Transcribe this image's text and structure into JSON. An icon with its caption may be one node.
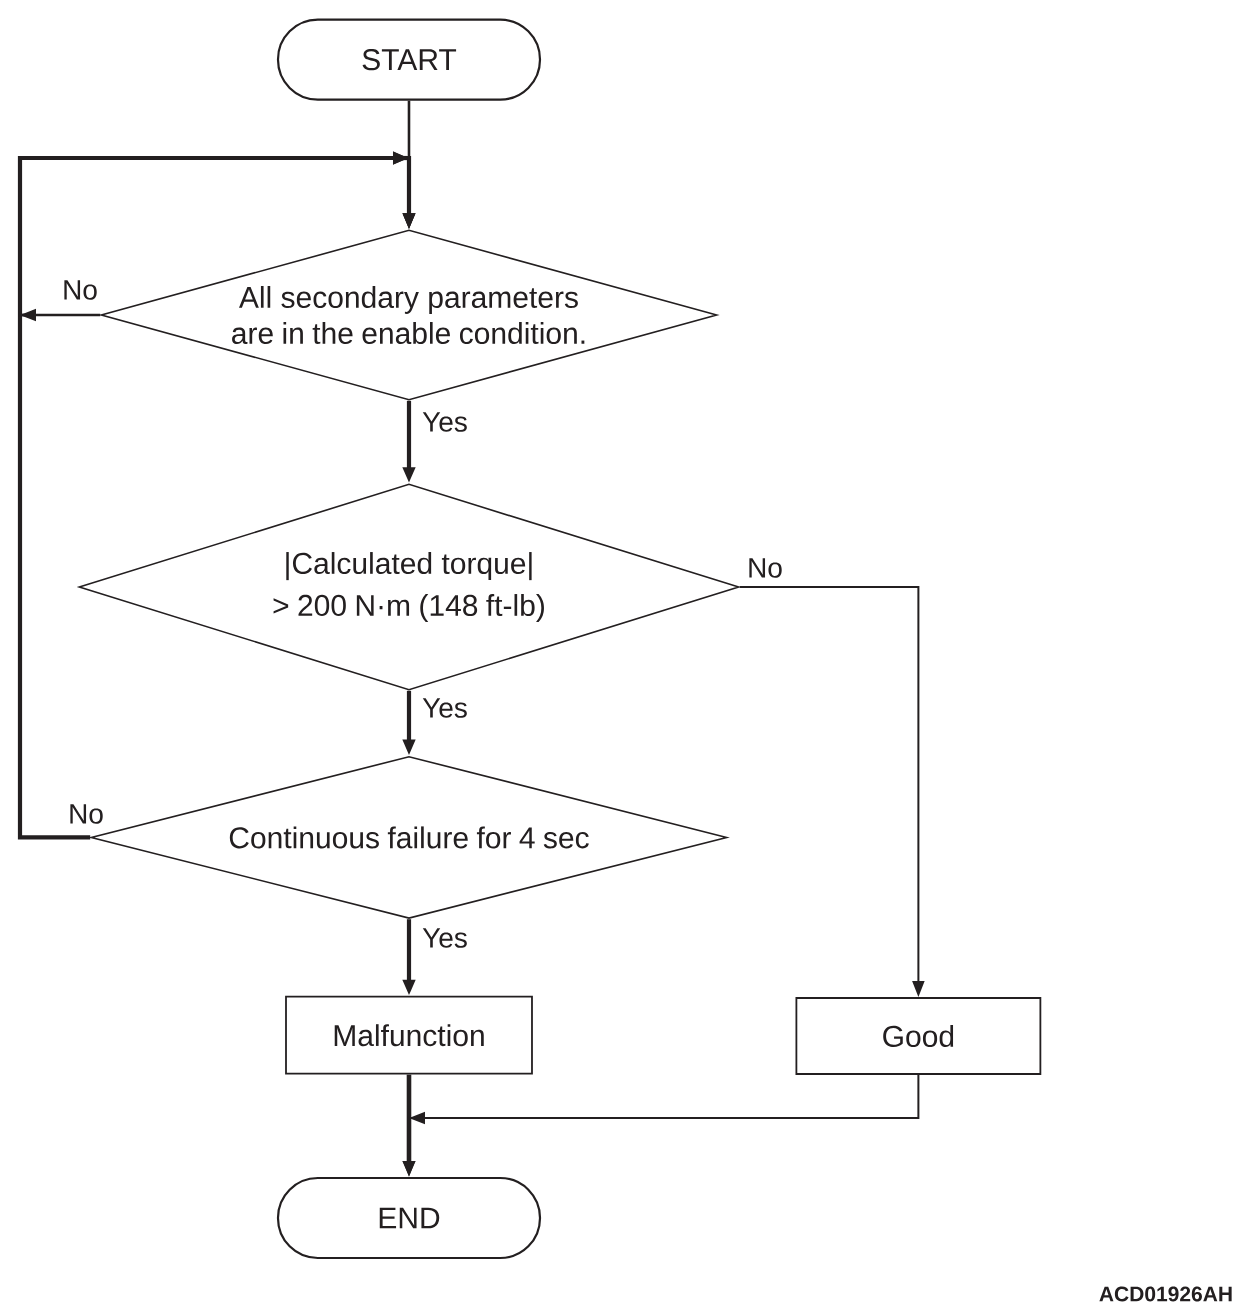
{
  "diagram": {
    "nodes": [
      {
        "text": [
          "START"
        ]
      },
      {
        "text": [
          "All secondary parameters are in the enable condition."
        ]
      },
      {
        "text": [
          "|Calculated torque| > 200 N·m (148 ft-lb)"
        ]
      },
      {
        "text": [
          "Continuous failure for 4 sec"
        ]
      },
      {
        "text": [
          "Malfunction"
        ]
      },
      {
        "text": [
          "Good"
        ]
      },
      {
        "text": [
          "END"
        ]
      }
    ],
    "edges": [
      {
        "from": 0,
        "to": 1,
        "arrow": "to"
      },
      {
        "from": 1,
        "to": 1,
        "arrow": "to",
        "label": "No"
      },
      {
        "from": 1,
        "to": 2,
        "arrow": "to",
        "label": "Yes"
      },
      {
        "from": 2,
        "to": 3,
        "arrow": "to",
        "label": "Yes"
      },
      {
        "from": 2,
        "to": 5,
        "arrow": "to",
        "label": "No"
      },
      {
        "from": 3,
        "to": 1,
        "arrow": "to",
        "label": "No"
      },
      {
        "from": 3,
        "to": 4,
        "arrow": "to",
        "label": "Yes"
      },
      {
        "from": 4,
        "to": 6,
        "arrow": "to"
      },
      {
        "from": 5,
        "to": 6,
        "arrow": "to"
      }
    ],
    "labels": [
      "ACD01926AH"
    ]
  }
}
